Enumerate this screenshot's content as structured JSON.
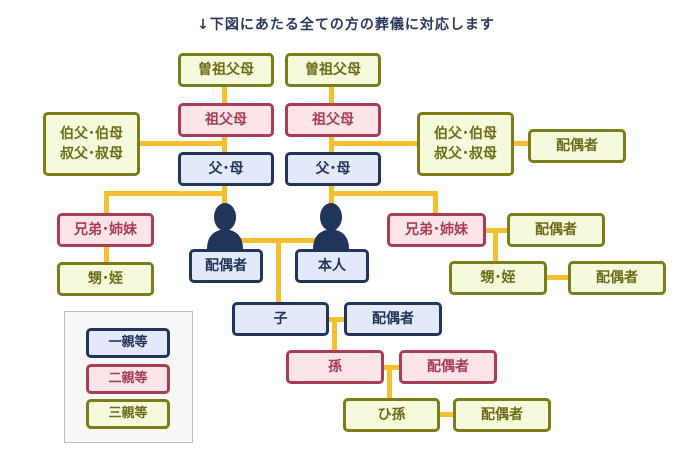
{
  "title": "↓下図にあたる全ての方の葬儀に対応します",
  "nodes": {
    "great_grandparents_left": "曽祖父母",
    "great_grandparents_right": "曽祖父母",
    "grandparents_left": "祖父母",
    "grandparents_right": "祖父母",
    "uncle_aunt_left_line1": "伯父･伯母",
    "uncle_aunt_left_line2": "叔父･叔母",
    "uncle_aunt_right_line1": "伯父･伯母",
    "uncle_aunt_right_line2": "叔父･叔母",
    "uncle_aunt_right_spouse": "配偶者",
    "parents_left": "父･母",
    "parents_right": "父･母",
    "siblings_left": "兄弟･姉妹",
    "siblings_right": "兄弟･姉妹",
    "siblings_right_spouse": "配偶者",
    "nephew_niece_left": "甥･姪",
    "nephew_niece_right": "甥･姪",
    "nephew_niece_right_spouse": "配偶者",
    "spouse": "配偶者",
    "self": "本人",
    "child": "子",
    "child_spouse": "配偶者",
    "grandchild": "孫",
    "grandchild_spouse": "配偶者",
    "great_grandchild": "ひ孫",
    "great_grandchild_spouse": "配偶者"
  },
  "legend": {
    "items": [
      {
        "label": "一親等",
        "color": "#213459"
      },
      {
        "label": "二親等",
        "color": "#a83d55"
      },
      {
        "label": "三親等",
        "color": "#7a7d18"
      }
    ]
  },
  "colors": {
    "connector": "#f6bf2f",
    "first_degree": "#213459",
    "second_degree": "#a83d55",
    "third_degree": "#7a7d18"
  },
  "icons": {
    "person": "person-silhouette-icon",
    "arrow": "down-arrow"
  }
}
